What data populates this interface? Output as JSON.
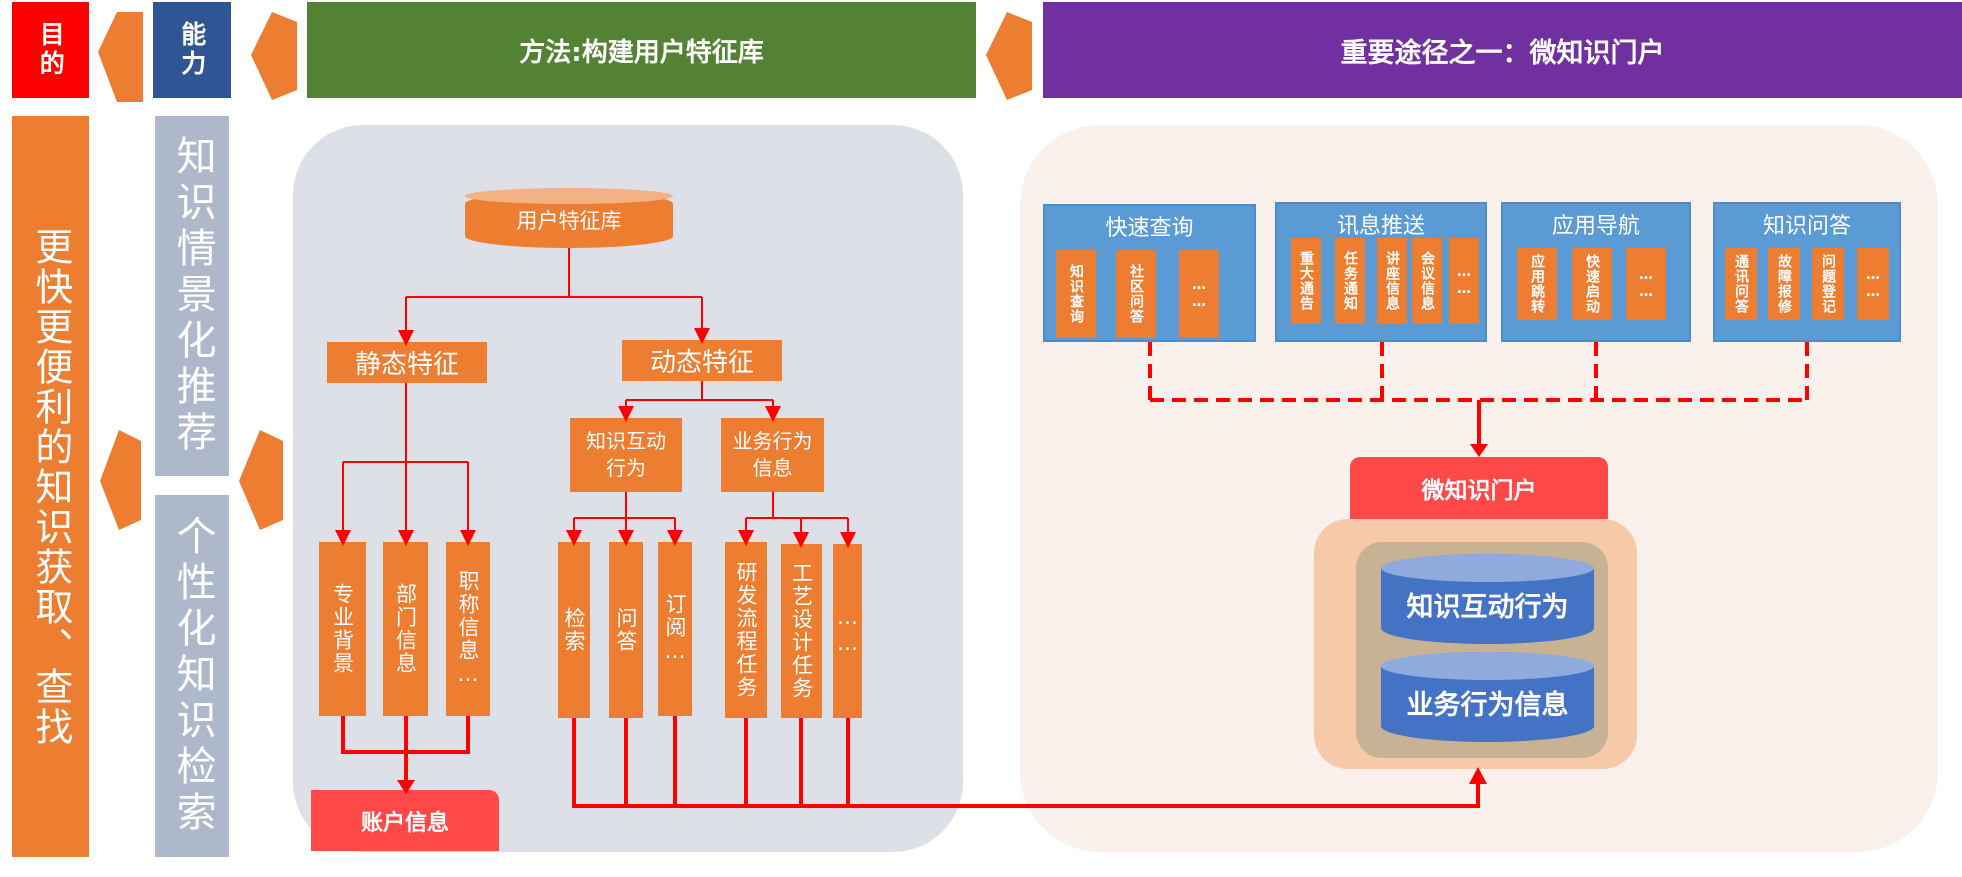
{
  "header": {
    "goal": "目的",
    "ability": "能力",
    "method": "方法:构建用户特征库",
    "route": "重要途径之一：微知识门户"
  },
  "left_columns": {
    "goal_text": "更快更便利的知识获取、查找",
    "ability_1": "知识情景化推荐",
    "ability_2": "个性化知识检索"
  },
  "feature_tree": {
    "root": "用户特征库",
    "static": "静态特征",
    "dynamic": "动态特征",
    "dyn_kn": "知识互动行为",
    "dyn_biz": "业务行为信息",
    "static_leaves": [
      "专业背景",
      "部门信息",
      "职称信息…"
    ],
    "kn_leaves": [
      "检索",
      "问答",
      "订阅…"
    ],
    "biz_leaves": [
      "研发流程任务",
      "工艺设计任务",
      "……"
    ],
    "account": "账户信息"
  },
  "portal": {
    "cards": [
      {
        "title": "快速查询",
        "items": [
          "知识查询",
          "社区问答",
          "……"
        ]
      },
      {
        "title": "讯息推送",
        "items": [
          "重大通告",
          "任务通知",
          "讲座信息",
          "会议信息",
          "……"
        ]
      },
      {
        "title": "应用导航",
        "items": [
          "应用跳转",
          "快速启动",
          "……"
        ]
      },
      {
        "title": "知识问答",
        "items": [
          "通讯问答",
          "故障报修",
          "问题登记",
          "……"
        ]
      }
    ],
    "portal_label": "微知识门户",
    "db_1": "知识互动行为",
    "db_2": "业务行为信息"
  },
  "colors": {
    "red": "#FF0000",
    "navy": "#2F5597",
    "green": "#548235",
    "purple": "#7030A0",
    "orange": "#ED7D31",
    "grey": "#ADB9CA",
    "blue": "#5B9BD5",
    "db_blue": "#4472C4",
    "portal_red": "#FF4848"
  }
}
